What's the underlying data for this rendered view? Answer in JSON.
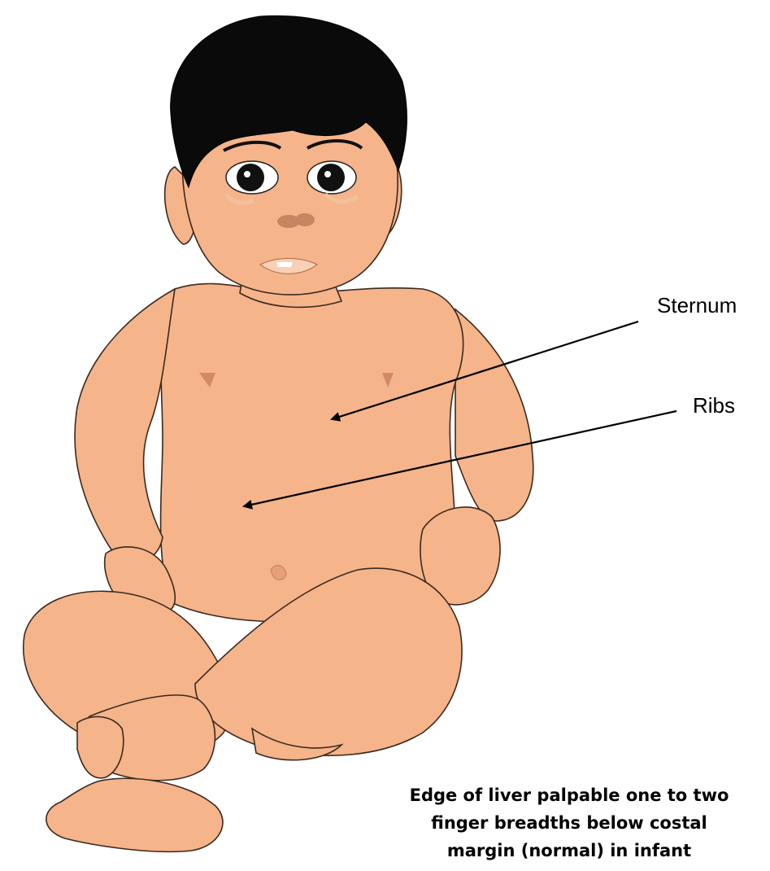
{
  "labels": {
    "sternum": "Sternum",
    "ribs": "Ribs"
  },
  "caption": {
    "line1": "Edge of liver palpable one to two",
    "line2": "finger breadths below costal",
    "line3": "margin (normal) in infant"
  },
  "colors": {
    "skin": "#f6b48a",
    "skin_shadow": "#e09a72",
    "hair": "#0a0a0a",
    "outline": "#3a2a20",
    "background": "#ffffff"
  }
}
